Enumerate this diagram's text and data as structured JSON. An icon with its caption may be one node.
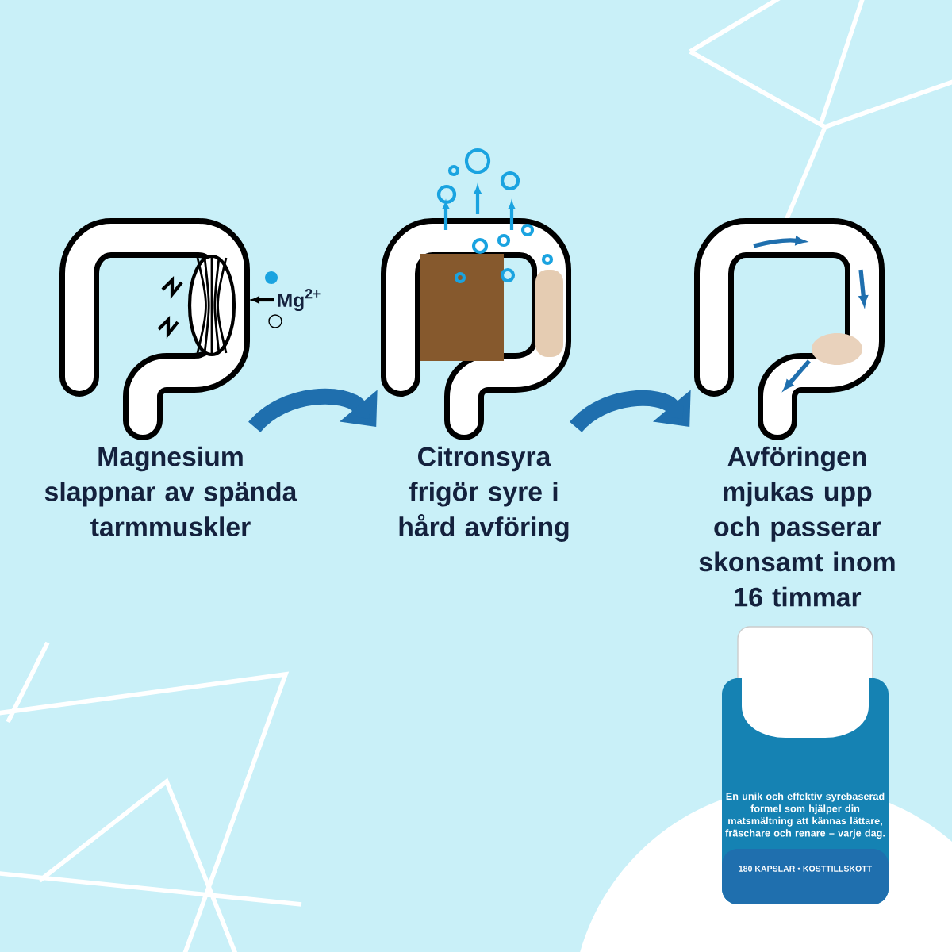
{
  "diagram": {
    "nodes": [
      {
        "text": [],
        "shape": "picture",
        "beside": [
          "Magnesium slappnar av spända tarmmuskler"
        ]
      },
      {
        "text": [],
        "shape": "picture",
        "beside": [
          "Citronsyra frigör syre i hård avföring"
        ]
      },
      {
        "text": [],
        "shape": "picture",
        "beside": [
          "Avföringen mjukas upp och passerar skonsamt inom 16 timmar"
        ]
      }
    ],
    "edges": [
      {
        "from": 0,
        "to": 1,
        "arrow": "to"
      },
      {
        "from": 1,
        "to": 2,
        "arrow": "to"
      }
    ],
    "labels": [
      "Mg$^{2+}$",
      "En unik och effektiv syrebaserad formel som hjälper din matsmältning att kännas lättare, fräschare och renare – varje dag.",
      "180 KAPSLAR • KOSTTILLSKOTT"
    ]
  }
}
